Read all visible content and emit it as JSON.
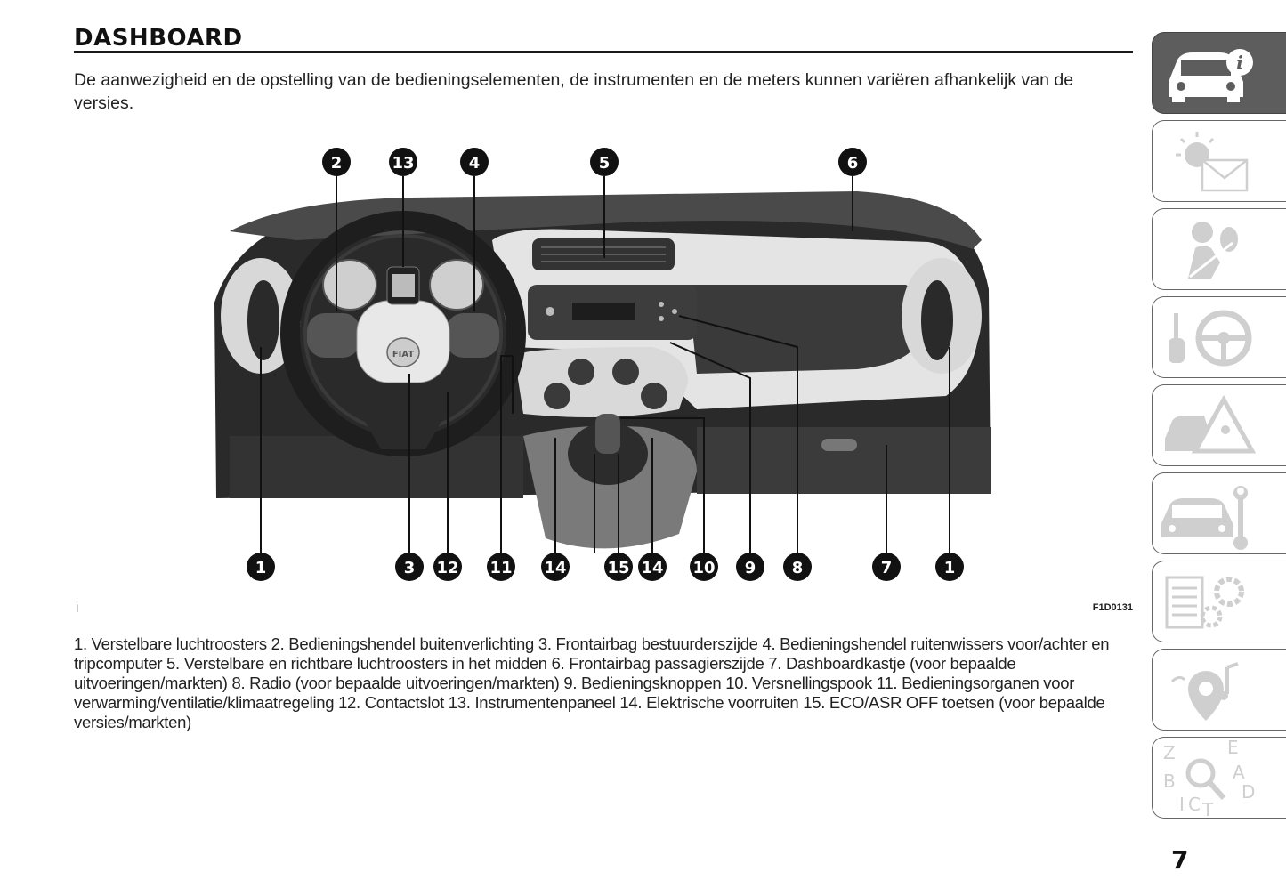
{
  "heading": "DASHBOARD",
  "intro": "De aanwezigheid en de opstelling van de bedieningselementen, de instrumenten en de meters kunnen variëren afhankelijk van de versies.",
  "figure": {
    "marker_left": "I",
    "code": "F1D0131",
    "callouts_top": [
      "2",
      "13",
      "4",
      "5",
      "6"
    ],
    "callouts_bottom": [
      "1",
      "3",
      "12",
      "11",
      "14",
      "15",
      "14",
      "10",
      "9",
      "8",
      "7",
      "1"
    ]
  },
  "caption": "1. Verstelbare luchtroosters 2. Bedieningshendel buitenverlichting 3. Frontairbag bestuurderszijde 4. Bedieningshendel ruitenwissers voor/achter en tripcomputer 5. Verstelbare en richtbare luchtroosters in het midden 6. Frontairbag passagierszijde 7. Dashboardkastje (voor bepaalde uitvoeringen/markten) 8. Radio (voor bepaalde uitvoeringen/markten) 9. Bedieningsknoppen 10. Versnellingspook 11. Bedieningsorganen voor verwarming/ventilatie/klimaatregeling 12. Contactslot 13. Instrumentenpaneel 14. Elektrische voorruiten 15. ECO/ASR OFF toetsen (voor bepaalde versies/markten)",
  "sidebar_tabs": [
    {
      "icon": "car-info-icon",
      "active": true
    },
    {
      "icon": "warning-lights-messages-icon",
      "active": false
    },
    {
      "icon": "safety-airbag-icon",
      "active": false
    },
    {
      "icon": "key-steering-wheel-icon",
      "active": false
    },
    {
      "icon": "emergency-warning-icon",
      "active": false
    },
    {
      "icon": "car-maintenance-icon",
      "active": false
    },
    {
      "icon": "technical-data-icon",
      "active": false
    },
    {
      "icon": "multimedia-icon",
      "active": false
    },
    {
      "icon": "alphabetical-index-icon",
      "active": false
    }
  ],
  "page_number": "7"
}
